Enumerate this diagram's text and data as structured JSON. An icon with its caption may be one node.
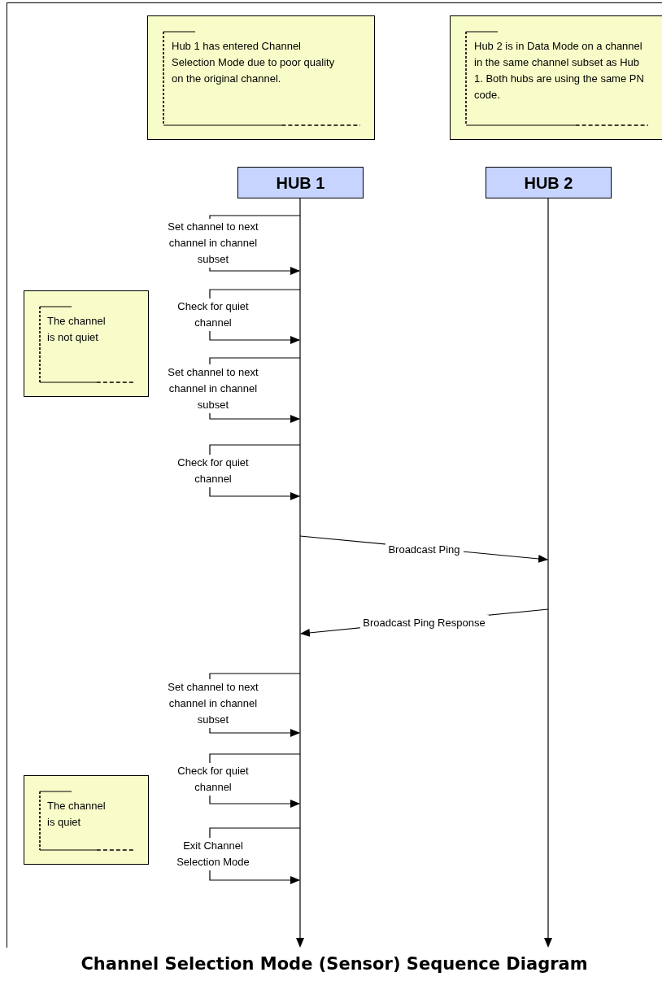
{
  "diagram": {
    "title": "Channel Selection Mode (Sensor) Sequence Diagram",
    "nodes": [
      {
        "text": [
          "Hub 1 has entered Channel Selection Mode due to poor quality on the original channel."
        ]
      },
      {
        "text": [
          "Hub 2 is in Data Mode on a channel in the same channel subset as Hub 1. Both hubs are using the same PN code."
        ]
      },
      {
        "text": [
          "HUB 1"
        ]
      },
      {
        "text": [
          "HUB 2"
        ]
      },
      {
        "text": [
          "The channel is not quiet"
        ]
      },
      {
        "text": [
          "The channel is quiet"
        ]
      },
      {
        "text": [],
        "shape": "bar"
      },
      {
        "text": [],
        "shape": "bar"
      }
    ],
    "edges": [
      {
        "from": 6,
        "to": 6,
        "arrow": "to",
        "label": "Set channel to next channel in channel subset"
      },
      {
        "from": 6,
        "to": 6,
        "arrow": "to",
        "label": "Check for quiet channel"
      },
      {
        "from": 6,
        "to": 6,
        "arrow": "to",
        "label": "Set channel to next channel in channel subset"
      },
      {
        "from": 6,
        "to": 6,
        "arrow": "to",
        "label": "Check for quiet channel"
      },
      {
        "from": 6,
        "to": 7,
        "arrow": "to",
        "label": "Broadcast Ping"
      },
      {
        "from": 7,
        "to": 6,
        "arrow": "to",
        "label": "Broadcast Ping Response"
      },
      {
        "from": 6,
        "to": 6,
        "arrow": "to",
        "label": "Set channel to next channel in channel subset"
      },
      {
        "from": 6,
        "to": 6,
        "arrow": "to",
        "label": "Check for quiet channel"
      },
      {
        "from": 6,
        "to": 6,
        "arrow": "to",
        "label": "Exit Channel Selection Mode"
      }
    ]
  }
}
